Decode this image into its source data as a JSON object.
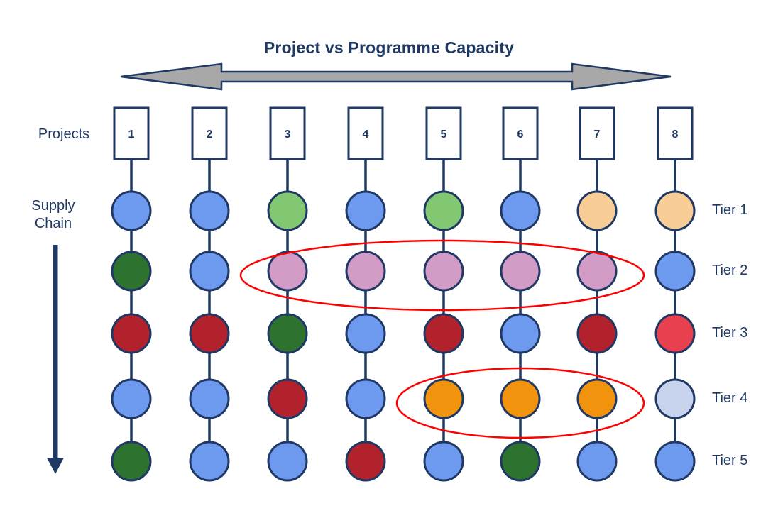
{
  "title": "Project vs Programme Capacity",
  "labels": {
    "projects": "Projects",
    "supply_line1": "Supply",
    "supply_line2": "Chain"
  },
  "projects": [
    "1",
    "2",
    "3",
    "4",
    "5",
    "6",
    "7",
    "8"
  ],
  "tiers": [
    "Tier 1",
    "Tier 2",
    "Tier 3",
    "Tier 4",
    "Tier 5"
  ],
  "palette": {
    "blue": "#6D9AEF",
    "green": "#82C873",
    "tan": "#F8CC95",
    "darkGreen": "#2E7230",
    "darkRed": "#B1222C",
    "brightRed": "#E8404F",
    "pink": "#D39CC6",
    "orange": "#F2930D",
    "lavender": "#C8D3EE"
  },
  "grid": [
    [
      "blue",
      "blue",
      "green",
      "blue",
      "green",
      "blue",
      "tan",
      "tan"
    ],
    [
      "darkGreen",
      "blue",
      "pink",
      "pink",
      "pink",
      "pink",
      "pink",
      "blue"
    ],
    [
      "darkRed",
      "darkRed",
      "darkGreen",
      "blue",
      "darkRed",
      "blue",
      "darkRed",
      "brightRed"
    ],
    [
      "blue",
      "blue",
      "darkRed",
      "blue",
      "orange",
      "orange",
      "orange",
      "lavender"
    ],
    [
      "darkGreen",
      "blue",
      "blue",
      "darkRed",
      "blue",
      "darkGreen",
      "blue",
      "blue"
    ]
  ],
  "highlights": [
    {
      "name": "tier2-pink-cluster",
      "tier": 2,
      "from_project": 3,
      "to_project": 7
    },
    {
      "name": "tier4-orange-cluster",
      "tier": 4,
      "from_project": 5,
      "to_project": 7
    }
  ],
  "colors": {
    "navy": "#1F3864",
    "arrow_gray": "#A8A8A8",
    "highlight_red": "#FF0000",
    "box_fill": "#FFFFFF"
  }
}
